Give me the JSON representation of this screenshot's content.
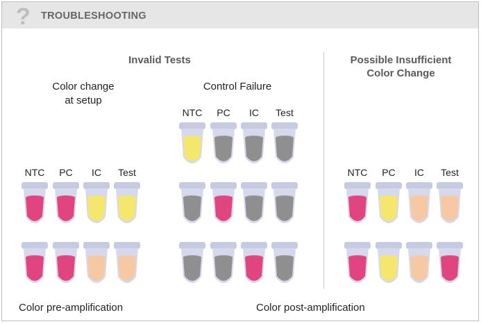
{
  "header": {
    "icon": "question-mark-icon",
    "icon_glyph": "?",
    "title": "TROUBLESHOOTING"
  },
  "headings": {
    "invalid": "Invalid Tests",
    "insufficient_line1": "Possible Insufficient",
    "insufficient_line2": "Color Change"
  },
  "subheadings": {
    "setup_line1": "Color change",
    "setup_line2": "at setup",
    "control": "Control Failure"
  },
  "column_labels": [
    "NTC",
    "PC",
    "IC",
    "Test"
  ],
  "footer": {
    "pre": "Color pre-amplification",
    "post": "Color post-amplification"
  },
  "colors": {
    "pink": "#e0457f",
    "yellow": "#f5e66e",
    "peach": "#f6c9a4",
    "gray": "#8f8f8f",
    "tube_body": "#d6d9ec",
    "tube_rim": "#c7cbe2"
  },
  "groups": [
    {
      "id": "setup",
      "rows": [
        [
          "pink",
          "pink",
          "yellow",
          "yellow"
        ],
        [
          "pink",
          "pink",
          "peach",
          "peach"
        ]
      ]
    },
    {
      "id": "control",
      "rows": [
        [
          "yellow",
          "gray",
          "gray",
          "gray"
        ],
        [
          "gray",
          "pink",
          "gray",
          "gray"
        ],
        [
          "gray",
          "gray",
          "pink",
          "gray"
        ]
      ]
    },
    {
      "id": "insufficient",
      "rows": [
        [
          "pink",
          "yellow",
          "peach",
          "peach"
        ],
        [
          "pink",
          "yellow",
          "peach",
          "pink"
        ]
      ]
    }
  ]
}
